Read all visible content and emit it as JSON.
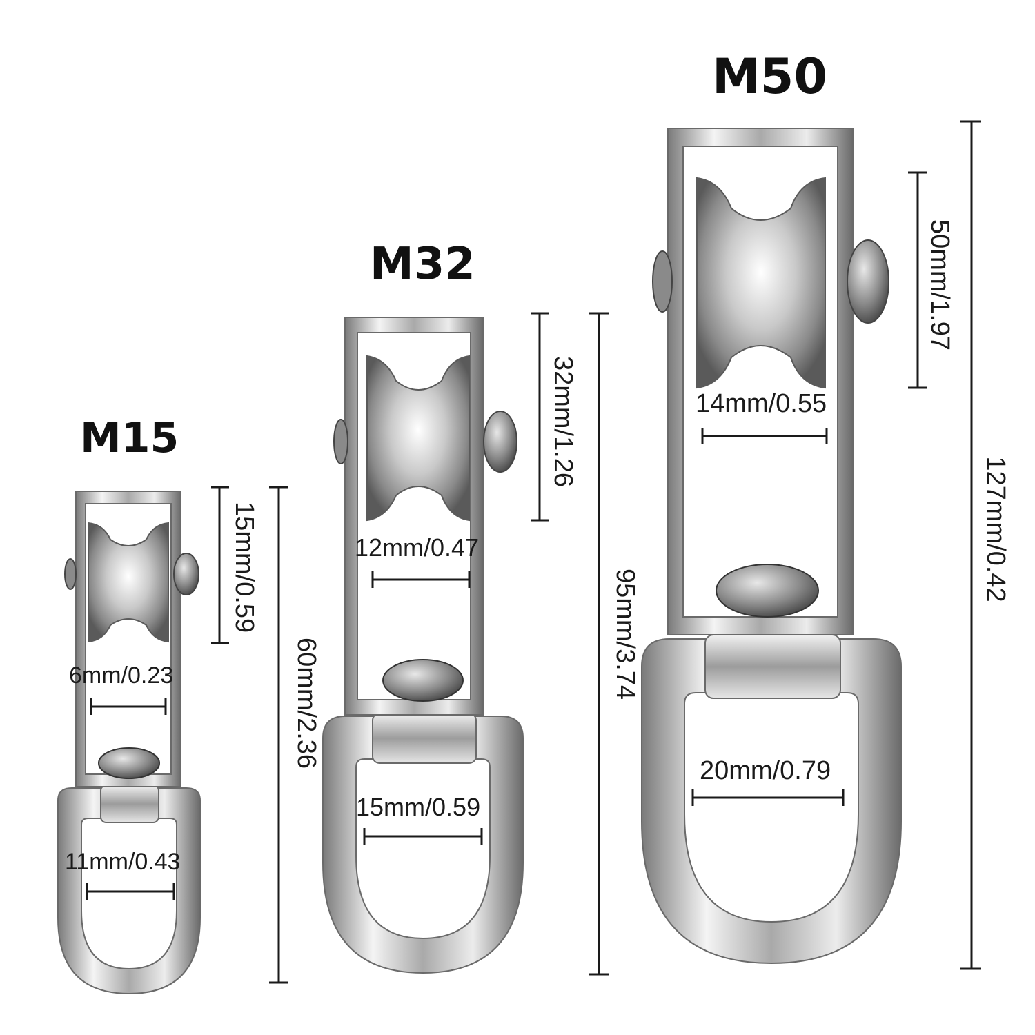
{
  "pulleys": [
    {
      "model": "M15",
      "wheel_diameter": "15mm/0.59",
      "wheel_width": "6mm/0.23",
      "eye_width": "11mm/0.43",
      "total_length": "60mm/2.36"
    },
    {
      "model": "M32",
      "wheel_diameter": "32mm/1.26",
      "wheel_width": "12mm/0.47",
      "eye_width": "15mm/0.59",
      "total_length": "95mm/3.74"
    },
    {
      "model": "M50",
      "wheel_diameter": "50mm/1.97",
      "wheel_width": "14mm/0.55",
      "eye_width": "20mm/0.79",
      "total_length": "127mm/0.42"
    }
  ],
  "colors": {
    "metal_light": "#f2f2f2",
    "metal_mid": "#b8b8b8",
    "metal_dark": "#6e6e6e",
    "dimension_line": "#1a1a1a"
  }
}
